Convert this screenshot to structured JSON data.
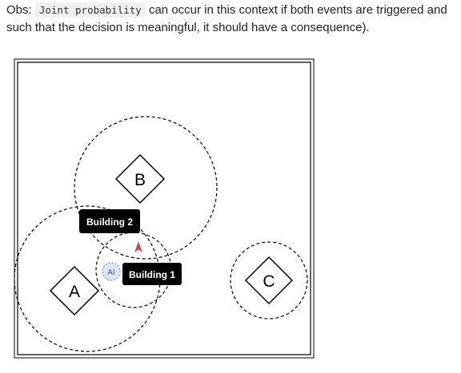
{
  "paragraph": {
    "prefix": "Obs: ",
    "code": "Joint probability",
    "line1_rest": " can occur in this context if both events are triggered and",
    "line2": "such that the decision is meaningful, it should have a consequence)."
  },
  "diagram": {
    "nodes": {
      "a": "A",
      "b": "B",
      "c": "C"
    },
    "buildings": {
      "building1": "Building 1",
      "building2": "Building 2"
    },
    "agent": "AI",
    "colors": {
      "label_bg": "#000000",
      "label_text": "#ffffff",
      "agent_fill": "#dde6f5",
      "agent_stroke": "#6f8fc7",
      "arrow": "#c0504d",
      "line": "#000000"
    }
  }
}
